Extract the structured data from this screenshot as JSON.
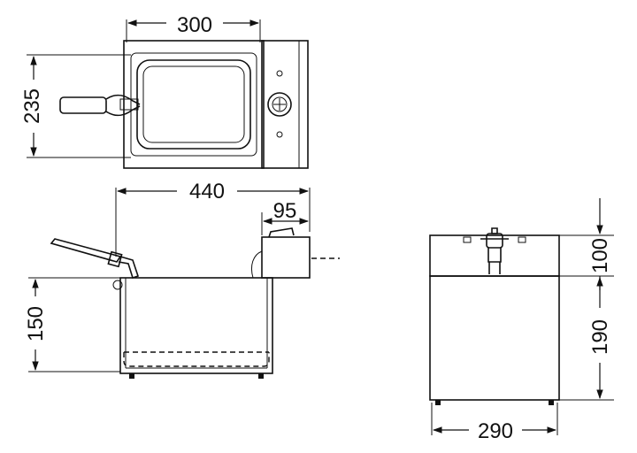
{
  "dimensions": {
    "top_width": "300",
    "top_depth": "235",
    "front_length": "440",
    "front_panel": "95",
    "front_height": "150",
    "side_upper": "100",
    "side_lower": "190",
    "side_width": "290"
  },
  "colors": {
    "line": "#111111",
    "background": "#ffffff"
  }
}
